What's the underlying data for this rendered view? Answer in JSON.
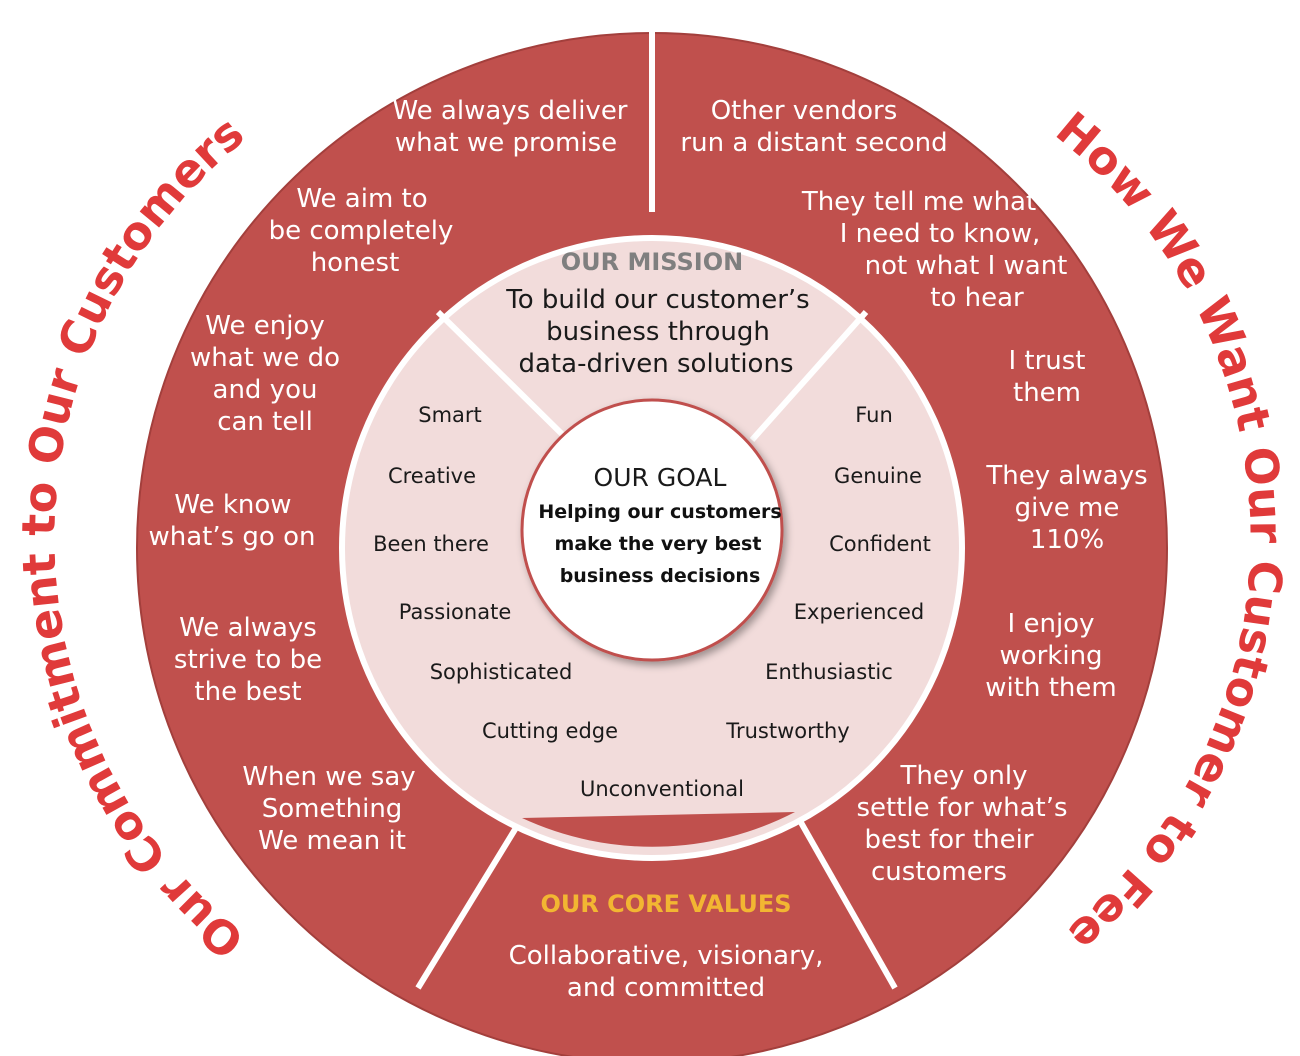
{
  "arc_titles": {
    "left": "Our Commitment to Our Customers",
    "right": "How We Want Our Customer to Feel"
  },
  "mission": {
    "title": "OUR MISSION",
    "lines": [
      "To build our customer’s",
      "business through",
      "data-driven solutions"
    ]
  },
  "goal": {
    "title": "OUR GOAL",
    "lines": [
      "Helping our customers",
      "make the very best",
      "business decisions"
    ]
  },
  "core_values": {
    "title": "OUR CORE VALUES",
    "lines": [
      "Collaborative, visionary,",
      "and committed"
    ]
  },
  "commitments": [
    [
      "We always deliver",
      "what we promise"
    ],
    [
      "We aim to",
      "be completely",
      "honest"
    ],
    [
      "We enjoy",
      "what we do",
      "and you",
      "can tell"
    ],
    [
      "We know",
      "what’s go on"
    ],
    [
      "We always",
      "strive to be",
      "the best"
    ],
    [
      "When we say",
      "Something",
      "We mean it"
    ]
  ],
  "feelings": [
    [
      "Other vendors",
      "run a distant second"
    ],
    [
      "They tell me  what",
      "I need to know,",
      "not what I want",
      "to hear"
    ],
    [
      "I trust",
      "them"
    ],
    [
      "They always",
      "give me",
      "110%"
    ],
    [
      "I enjoy",
      "working",
      "with them"
    ],
    [
      "They only",
      "settle for what’s",
      "best for their",
      "customers"
    ]
  ],
  "left_traits": [
    "Smart",
    "Creative",
    "Been there",
    "Passionate",
    "Sophisticated",
    "Cutting edge"
  ],
  "right_traits": [
    "Fun",
    "Genuine",
    "Confident",
    "Experienced",
    "Enthusiastic",
    "Trustworthy"
  ],
  "bottom_trait": "Unconventional",
  "colors": {
    "outer_ring": "#c0504d",
    "inner_disc": "#f2dcdb",
    "divider": "#ffffff",
    "arc_title": "#e03a3a",
    "core_title": "#f2b632",
    "mission_title": "#7f7f7f"
  }
}
